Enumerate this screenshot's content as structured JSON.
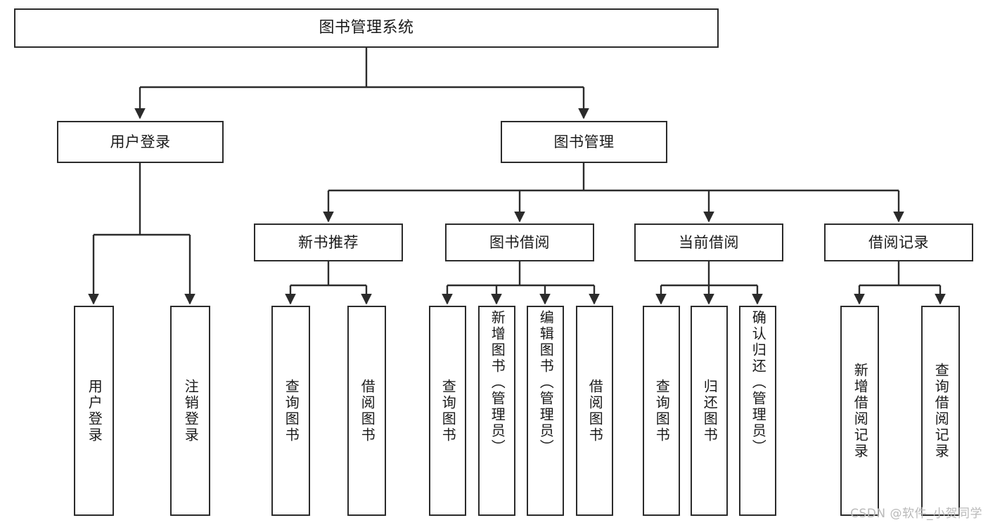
{
  "diagram": {
    "title": "图书管理系统",
    "type": "tree",
    "watermark": "CSDN @软件_小贺同学",
    "colors": {
      "box_border": "#2b2b2b",
      "box_fill": "#ffffff",
      "connector": "#2b2b2b",
      "text": "#1a1a1a",
      "watermark": "#b9b9b9",
      "background": "#ffffff"
    },
    "root": {
      "label": "图书管理系统"
    },
    "level2": [
      {
        "label": "用户登录"
      },
      {
        "label": "图书管理"
      }
    ],
    "level3": [
      {
        "label": "新书推荐"
      },
      {
        "label": "图书借阅"
      },
      {
        "label": "当前借阅"
      },
      {
        "label": "借阅记录"
      }
    ],
    "leaves": {
      "user_login": [
        {
          "label": "用户登录"
        },
        {
          "label": "注销登录"
        }
      ],
      "new_book": [
        {
          "label": "查询图书"
        },
        {
          "label": "借阅图书"
        }
      ],
      "book_borrow": [
        {
          "label": "查询图书"
        },
        {
          "label": "新增图书（管理员）"
        },
        {
          "label": "编辑图书（管理员）"
        },
        {
          "label": "借阅图书"
        }
      ],
      "current_borrow": [
        {
          "label": "查询图书"
        },
        {
          "label": "归还图书"
        },
        {
          "label": "确认归还（管理员）"
        }
      ],
      "borrow_record": [
        {
          "label": "新增借阅记录"
        },
        {
          "label": "查询借阅记录"
        }
      ]
    }
  }
}
